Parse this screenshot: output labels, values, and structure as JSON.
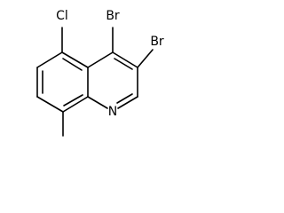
{
  "molecule": {
    "atoms": {
      "cl": "Cl",
      "br4": "Br",
      "br3": "Br",
      "n": "N"
    }
  }
}
